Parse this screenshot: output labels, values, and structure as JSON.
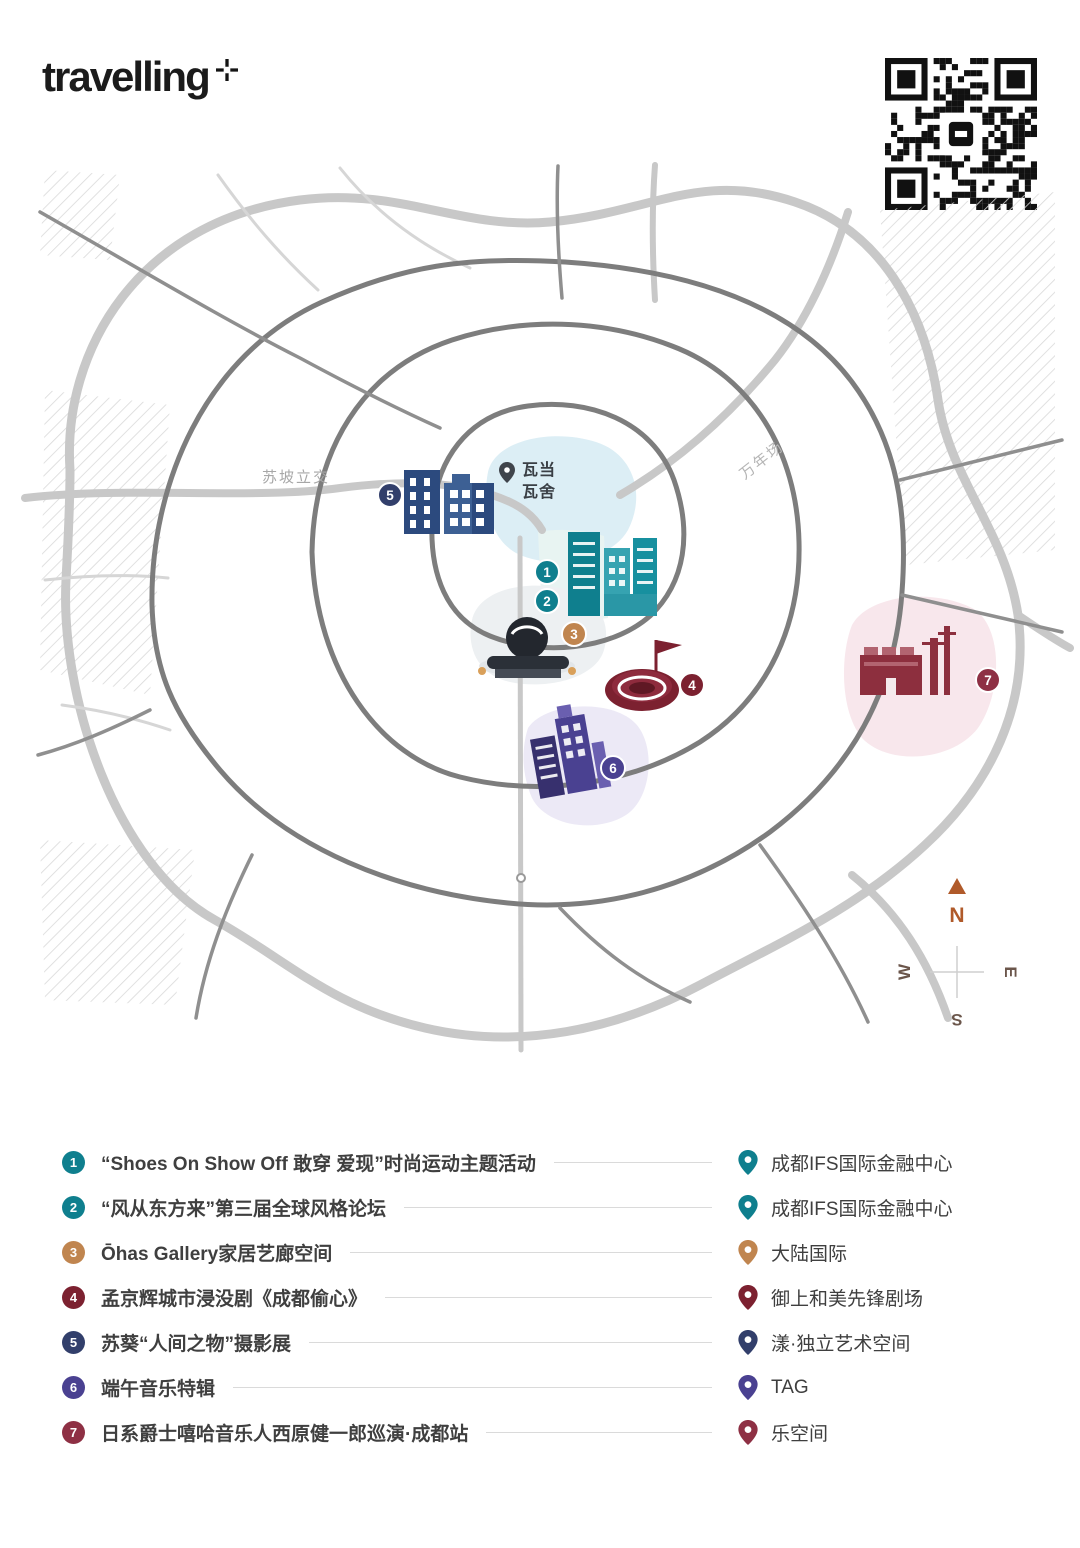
{
  "brand": {
    "logo": "travelling"
  },
  "map": {
    "road_labels": {
      "supo": "苏坡立交",
      "wannianchang": "万年场"
    },
    "poi": {
      "wadang_line1": "瓦当",
      "wadang_line2": "瓦舍"
    },
    "compass": {
      "n": "N",
      "w": "W",
      "e": "E",
      "s": "S"
    }
  },
  "legend": {
    "items": [
      {
        "num": "1",
        "color": "#0f7f8e",
        "title": "“Shoes On Show Off 敢穿 爱现”时尚运动主题活动",
        "venue": "成都IFS国际金融中心"
      },
      {
        "num": "2",
        "color": "#0f7f8e",
        "title": "“风从东方来”第三届全球风格论坛",
        "venue": "成都IFS国际金融中心"
      },
      {
        "num": "3",
        "color": "#c0854f",
        "title": "Ōhas Gallery家居艺廊空间",
        "venue": "大陆国际"
      },
      {
        "num": "4",
        "color": "#7c2130",
        "title": "孟京辉城市浸没剧《成都偷心》",
        "venue": "御上和美先锋剧场"
      },
      {
        "num": "5",
        "color": "#323f6b",
        "title": "苏葵“人间之物”摄影展",
        "venue": "漾·独立艺术空间"
      },
      {
        "num": "6",
        "color": "#4a4191",
        "title": "端午音乐特辑",
        "venue": "TAG"
      },
      {
        "num": "7",
        "color": "#8e3044",
        "title": "日系爵士嘻哈音乐人西原健一郎巡演·成都站",
        "venue": "乐空间"
      }
    ]
  }
}
